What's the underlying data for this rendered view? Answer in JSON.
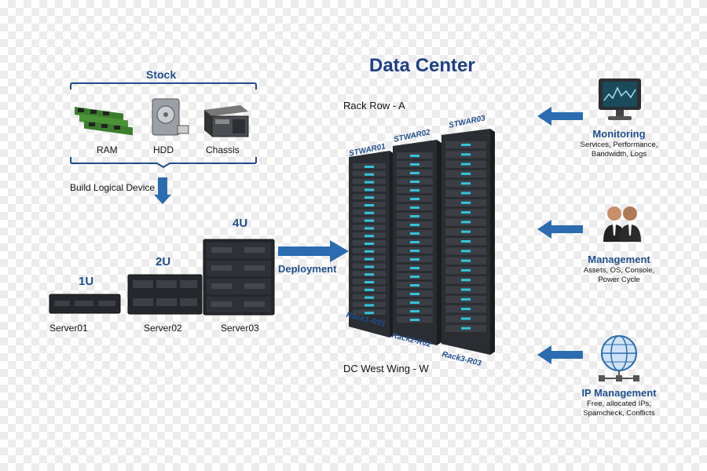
{
  "title": "Data Center",
  "stock": {
    "heading": "Stock",
    "items": [
      "RAM",
      "HDD",
      "Chassis"
    ]
  },
  "build_label": "Build Logical Device",
  "servers": [
    {
      "size": "1U",
      "name": "Server01"
    },
    {
      "size": "2U",
      "name": "Server02"
    },
    {
      "size": "4U",
      "name": "Server03"
    }
  ],
  "deployment_label": "Deployment",
  "rack_row": "Rack Row - A",
  "dc_wing": "DC West Wing - W",
  "racks": [
    {
      "top": "STWAR01",
      "bottom": "Rack1-R01"
    },
    {
      "top": "STWAR02",
      "bottom": "Rack2-R02"
    },
    {
      "top": "STWAR03",
      "bottom": "Rack3-R03"
    }
  ],
  "services": [
    {
      "heading": "Monitoring",
      "lines": [
        "Services, Performance,",
        "Bandwidth, Logs"
      ],
      "icon": "monitor-icon"
    },
    {
      "heading": "Management",
      "lines": [
        "Assets, OS, Console,",
        "Power Cycle"
      ],
      "icon": "people-icon"
    },
    {
      "heading": "IP Management",
      "lines": [
        "Free, allocated IPs,",
        "Spamcheck, Conflicts"
      ],
      "icon": "globe-network-icon"
    }
  ],
  "colors": {
    "accent": "#1f4e8c",
    "arrow": "#2b6cb0",
    "rack": "#2a2d31"
  }
}
